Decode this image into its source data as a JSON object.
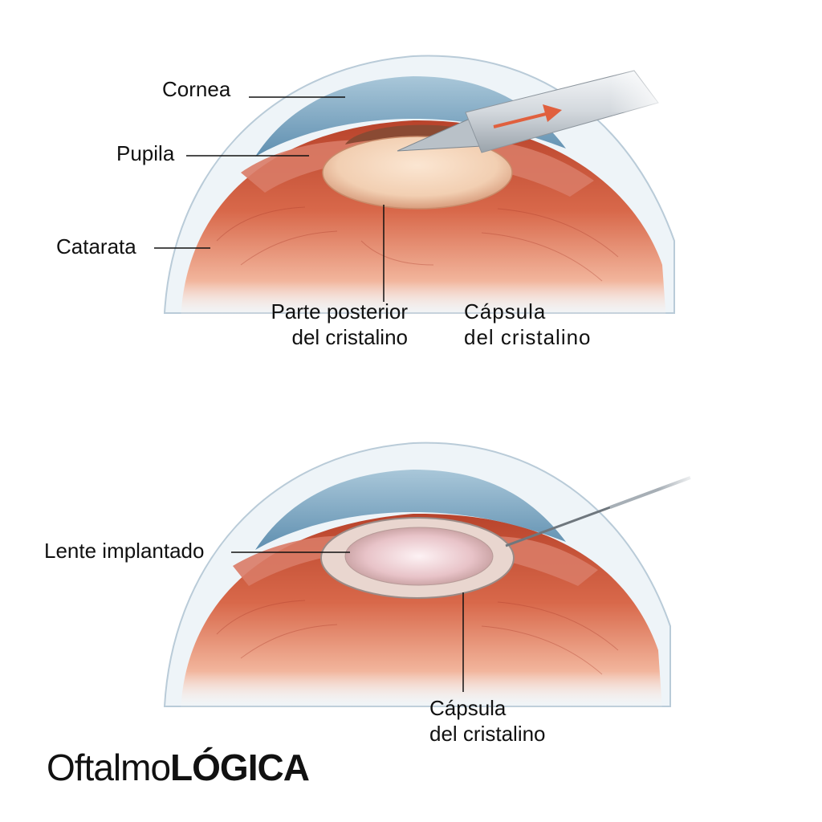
{
  "top_diagram": {
    "labels": {
      "cornea": "Cornea",
      "pupila": "Pupila",
      "catarata": "Catarata",
      "posterior_line1": "Parte posterior",
      "posterior_line2": "del cristalino",
      "capsula_line1": "Cápsula",
      "capsula_line2": "del cristalino"
    }
  },
  "bottom_diagram": {
    "labels": {
      "lente": "Lente implantado",
      "capsula_line1": "Cápsula",
      "capsula_line2": "del cristalino"
    }
  },
  "logo": {
    "light": "Oftalmo",
    "bold": "LÓGICA"
  },
  "colors": {
    "cornea": "#c9dde8",
    "iris_blue": "#7ea6c2",
    "eye_red": "#c8553a",
    "lens": "#f3d2b8",
    "arrow": "#e0603e"
  }
}
